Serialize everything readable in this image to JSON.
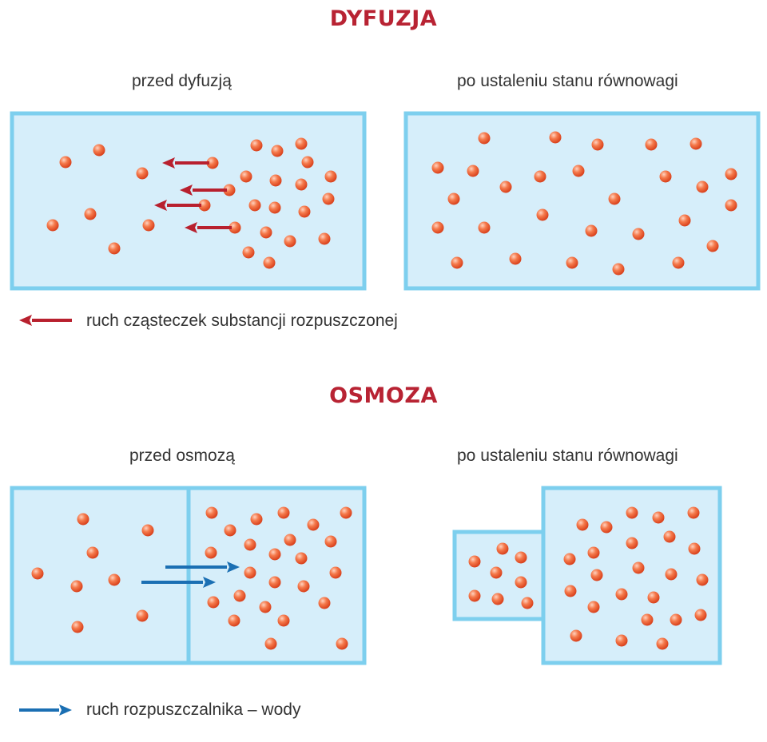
{
  "colors": {
    "heading": "#b82333",
    "box_fill": "#d6eefa",
    "box_stroke": "#7dcfee",
    "particle": "#ee5a30",
    "particle_highlight": "#ffd2bf",
    "diffusion_arrow": "#b8202e",
    "osmosis_arrow": "#1b6fb3"
  },
  "diffusion": {
    "title": "DYFUZJA",
    "before_label": "przed dyfuzją",
    "after_label": "po ustaleniu stanu równowagi",
    "legend_label": "ruch cząsteczek substancji rozpuszczonej",
    "arrow_icon": "left-arrow-icon"
  },
  "osmosis": {
    "title": "OSMOZA",
    "before_label": "przed osmozą",
    "after_label": "po ustaleniu stanu równowagi",
    "legend_label": "ruch rozpuszczalnika – wody",
    "arrow_icon": "right-arrow-icon"
  }
}
